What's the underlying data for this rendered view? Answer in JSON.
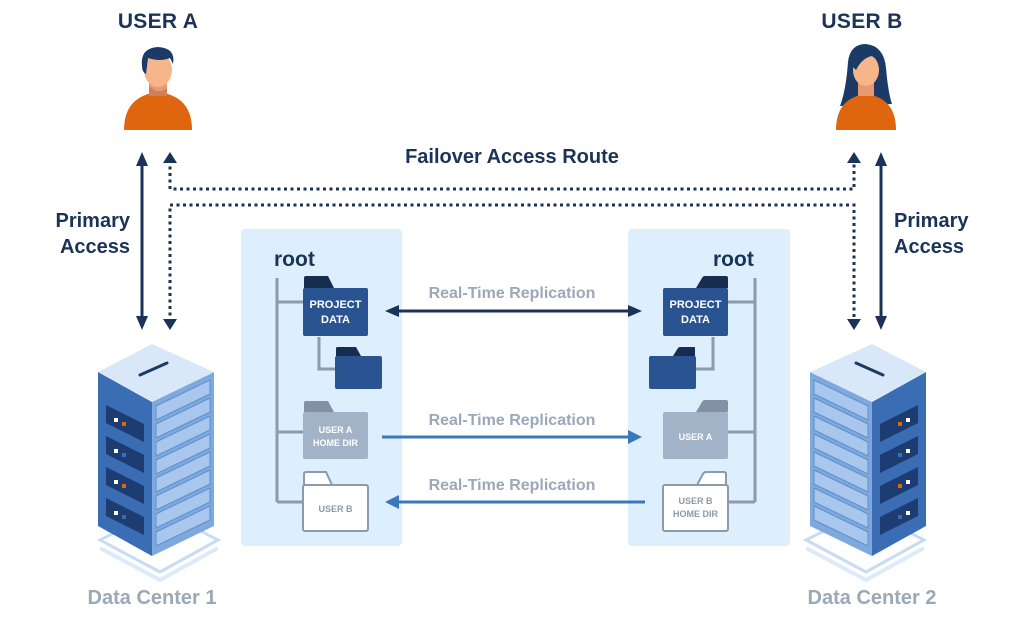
{
  "users": {
    "a": {
      "label": "USER A"
    },
    "b": {
      "label": "USER B"
    }
  },
  "access": {
    "primary_left": [
      "Primary",
      "Access"
    ],
    "primary_right": [
      "Primary",
      "Access"
    ],
    "failover": "Failover Access Route"
  },
  "panels": {
    "left": {
      "root": "root",
      "folders": {
        "project": [
          "PROJECT",
          "DATA"
        ],
        "user_a": [
          "USER A",
          "HOME DIR"
        ],
        "user_b": [
          "USER B"
        ]
      }
    },
    "right": {
      "root": "root",
      "folders": {
        "project": [
          "PROJECT",
          "DATA"
        ],
        "user_a": [
          "USER A"
        ],
        "user_b": [
          "USER B",
          "HOME DIR"
        ]
      }
    }
  },
  "replication": [
    {
      "label": "Real-Time Replication",
      "direction": "bidirectional"
    },
    {
      "label": "Real-Time Replication",
      "direction": "left-to-right"
    },
    {
      "label": "Real-Time Replication",
      "direction": "right-to-left"
    }
  ],
  "data_centers": {
    "dc1": "Data Center 1",
    "dc2": "Data Center 2"
  },
  "colors": {
    "navy": "#1a3357",
    "folder_dark": "#2a5491",
    "folder_tab": "#172d4f",
    "folder_gray": "#a3b3c7",
    "repl_blue": "#3a78b9",
    "panel_bg": "#ddeefd",
    "muted_text": "#9aa8b8",
    "orange": "#e0650f"
  }
}
